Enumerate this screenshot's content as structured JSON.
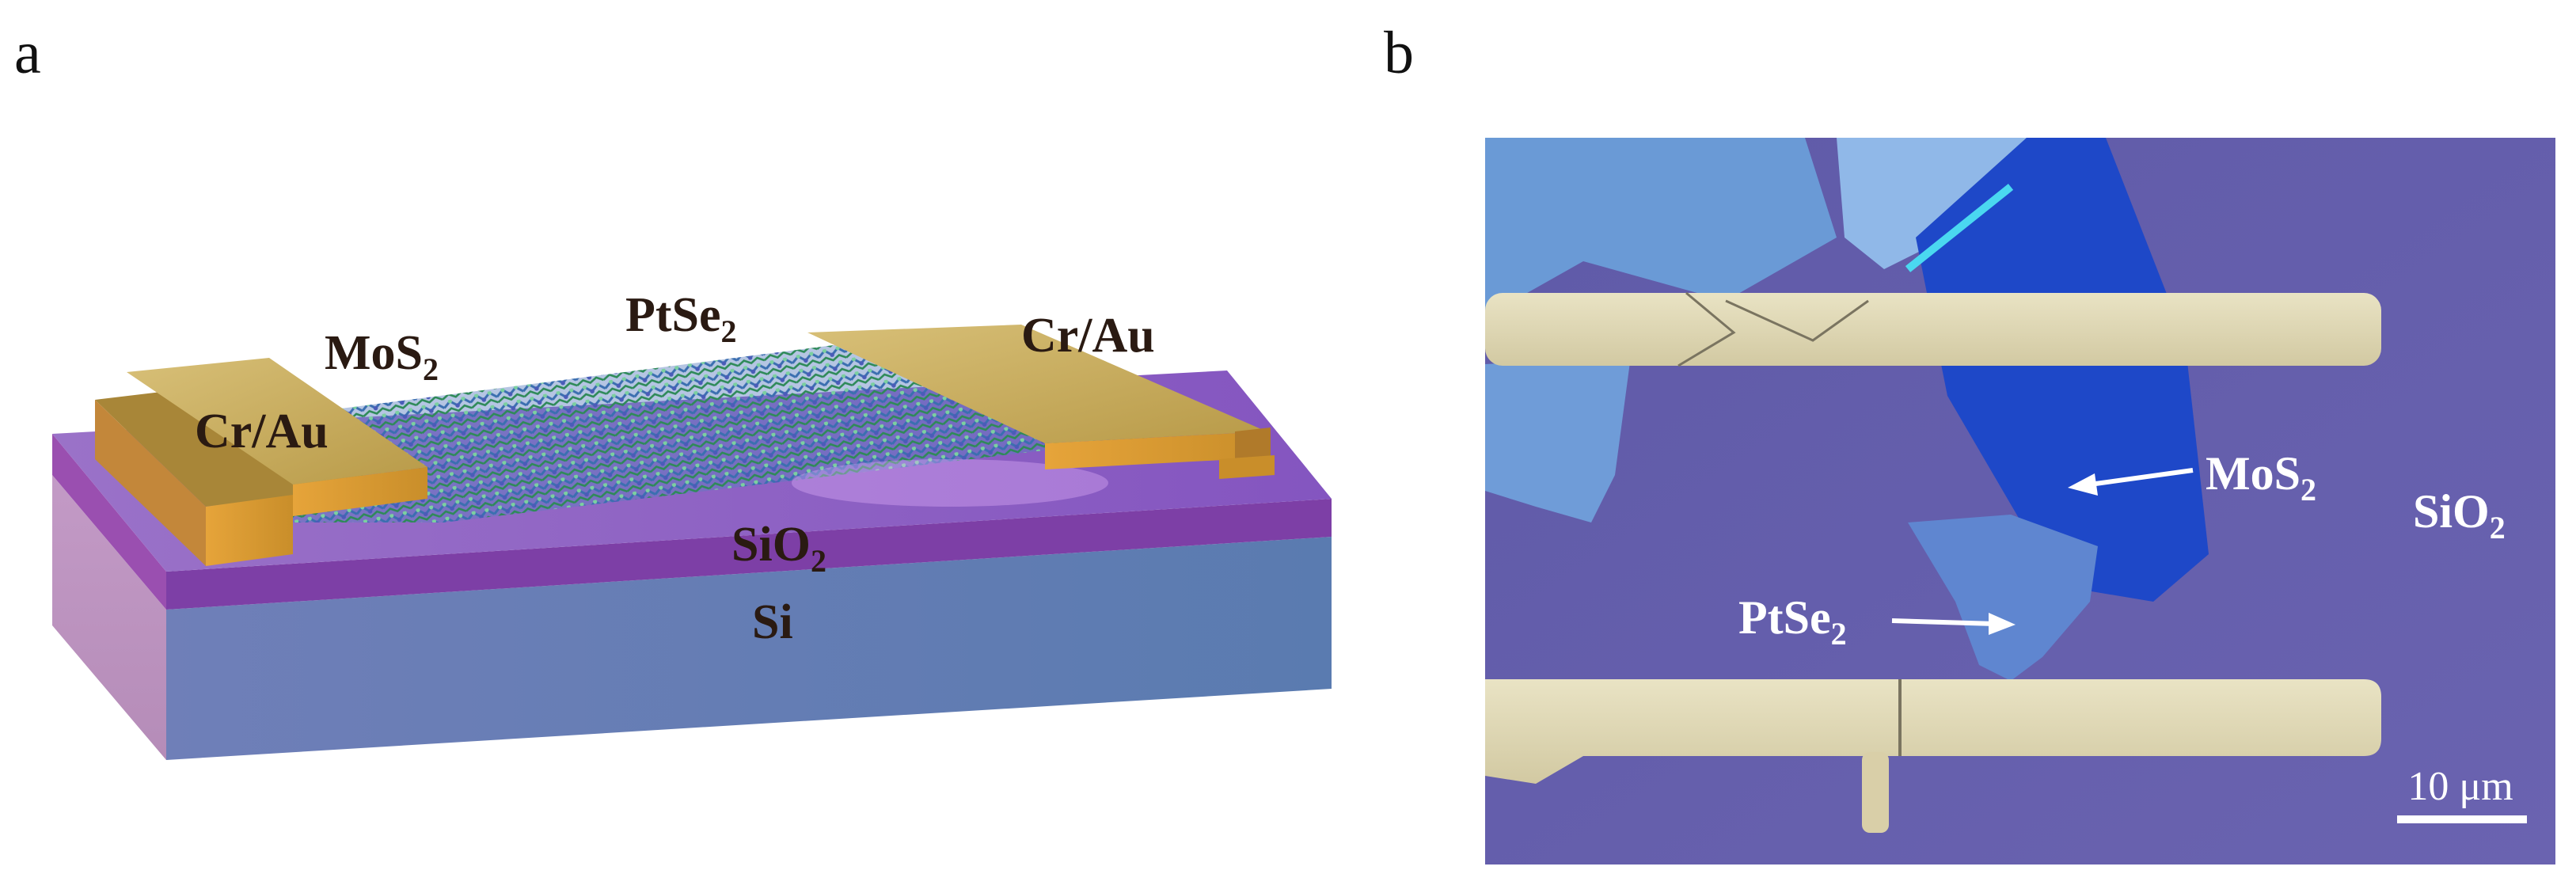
{
  "panel_a": {
    "letter": "a",
    "labels": {
      "mos2": {
        "base": "MoS",
        "sub": "2"
      },
      "ptse2": {
        "base": "PtSe",
        "sub": "2"
      },
      "crau_left": "Cr/Au",
      "crau_right": "Cr/Au",
      "sio2": {
        "base": "SiO",
        "sub": "2"
      },
      "si": "Si"
    }
  },
  "panel_b": {
    "letter": "b",
    "labels": {
      "mos2": {
        "base": "MoS",
        "sub": "2"
      },
      "ptse2": {
        "base": "PtSe",
        "sub": "2"
      },
      "sio2": {
        "base": "SiO",
        "sub": "2"
      }
    },
    "scale_bar": "10 μm"
  }
}
